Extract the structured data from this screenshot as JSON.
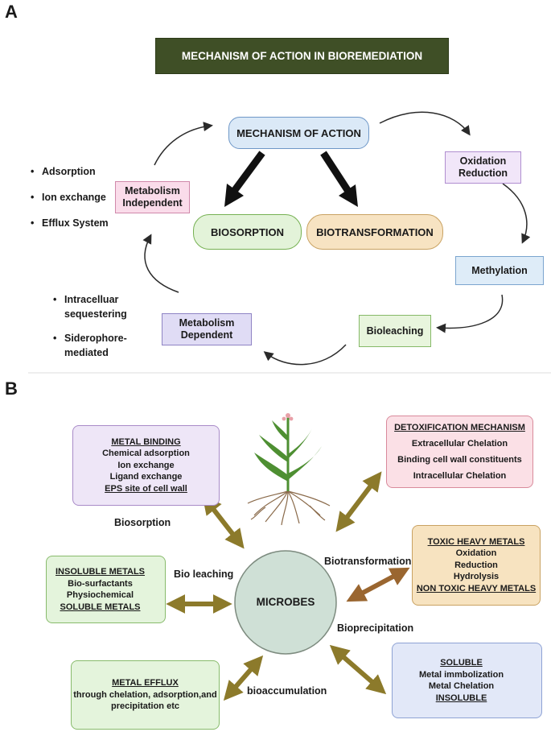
{
  "panel_a": {
    "letter": "A",
    "title": "MECHANISM OF ACTION IN BIOREMEDIATION",
    "center": "MECHANISM OF ACTION",
    "biosorption": "BIOSORPTION",
    "biotransformation": "BIOTRANSFORMATION",
    "metabolism_independent": [
      "Metabolism",
      "Independent"
    ],
    "metabolism_dependent": [
      "Metabolism",
      "Dependent"
    ],
    "oxidation_reduction": [
      "Oxidation",
      "Reduction"
    ],
    "methylation": "Methylation",
    "bioleaching": "Bioleaching",
    "independent_list": [
      "Adsorption",
      "Ion exchange",
      "Efflux System"
    ],
    "dependent_list": [
      [
        "Intracelluar",
        "sequestering"
      ],
      [
        "Siderophore-",
        "mediated"
      ]
    ]
  },
  "panel_b": {
    "letter": "B",
    "center": "MICROBES",
    "metal_binding": {
      "title": "METAL BINDING",
      "lines": [
        "Chemical adsorption",
        "Ion exchange",
        "Ligand exchange"
      ],
      "last": "EPS site of cell wall"
    },
    "detox": {
      "title": "DETOXIFICATION MECHANISM",
      "lines": [
        "Extracellular Chelation",
        "Binding cell wall constituents",
        "Intracellular Chelation"
      ]
    },
    "insoluble": {
      "title": "INSOLUBLE METALS",
      "lines": [
        "Bio-surfactants",
        "Physiochemical"
      ],
      "last": "SOLUBLE METALS"
    },
    "toxic": {
      "title": "TOXIC HEAVY METALS",
      "lines": [
        "Oxidation",
        "Reduction",
        "Hydrolysis"
      ],
      "last": "NON TOXIC HEAVY METALS"
    },
    "efflux": {
      "title": "METAL EFFLUX",
      "lines": [
        "through chelation, adsorption,and",
        "precipitation etc"
      ]
    },
    "soluble": {
      "title": "SOLUBLE ",
      "lines": [
        "Metal immbolization",
        "Metal Chelation"
      ],
      "last": "INSOLUBLE"
    },
    "labels": {
      "biosorption": "Biosorption",
      "bio_leaching": "Bio leaching",
      "biotransformation": "Biotransformation",
      "bioprecipitation": "Bioprecipitation",
      "bioaccumulation": "bioaccumulation"
    },
    "colors": {
      "arrow_olive": "#8c7a2b",
      "arrow_brown": "#9a6630",
      "plant_green": "#4e8f32",
      "root_brown": "#8a6a4a"
    }
  }
}
